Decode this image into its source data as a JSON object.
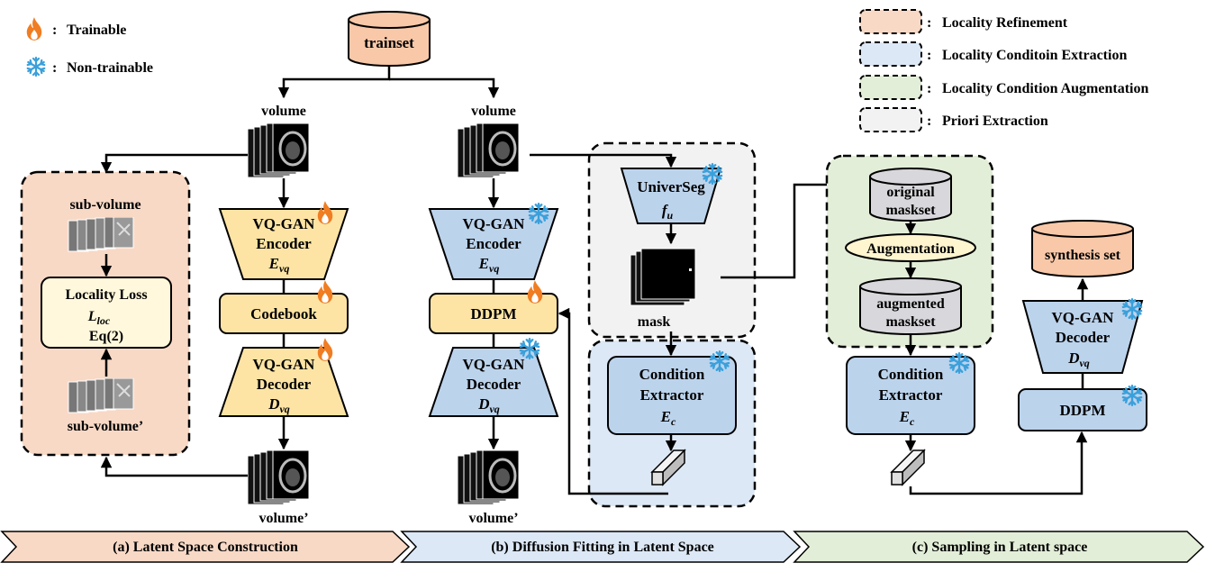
{
  "legend": {
    "trainable": "Trainable",
    "non_trainable": "Non-trainable",
    "sep": ":",
    "locality_refinement": "Locality Refinement",
    "locality_condition_extraction": "Locality Conditoin Extraction",
    "locality_condition_augmentation": "Locality Condition Augmentation",
    "priori_extraction": "Priori Extraction"
  },
  "colors": {
    "orange_bg": "#f8d9c6",
    "blue_bg": "#dce8f6",
    "green_bg": "#e3eed8",
    "gray_bg": "#f2f2f2",
    "yellow_box": "#fde4a4",
    "blue_box": "#bcd3ec",
    "salmon_cyl": "#f8c8a8",
    "gray_cyl": "#d8d8dc",
    "fire": "#f07d22",
    "snow": "#3aa0db"
  },
  "trainset": "trainset",
  "a": {
    "volume_top": "volume",
    "volume_bottom": "volume’",
    "sub_volume": "sub-volume",
    "sub_volume_prime": "sub-volume’",
    "loss_line1": "Locality Loss",
    "loss_symbol": "L",
    "loss_sub": "loc",
    "loss_eq": "Eq(2)",
    "enc_line1": "VQ-GAN",
    "enc_line2": "Encoder",
    "enc_symbol": "E",
    "enc_sub": "vq",
    "codebook": "Codebook",
    "dec_line1": "VQ-GAN",
    "dec_line2": "Decoder",
    "dec_symbol": "D",
    "dec_sub": "vq"
  },
  "b": {
    "volume_top": "volume",
    "volume_bottom": "volume’",
    "enc_line1": "VQ-GAN",
    "enc_line2": "Encoder",
    "enc_symbol": "E",
    "enc_sub": "vq",
    "ddpm": "DDPM",
    "dec_line1": "VQ-GAN",
    "dec_line2": "Decoder",
    "dec_symbol": "D",
    "dec_sub": "vq",
    "universeg": "UniverSeg",
    "universeg_symbol": "f",
    "universeg_sub": "u",
    "mask": "mask",
    "cond_line1": "Condition",
    "cond_line2": "Extractor",
    "cond_symbol": "E",
    "cond_sub": "c"
  },
  "c": {
    "original_line1": "original",
    "original_line2": "maskset",
    "augmentation": "Augmentation",
    "augmented_line1": "augmented",
    "augmented_line2": "maskset",
    "cond_line1": "Condition",
    "cond_line2": "Extractor",
    "cond_symbol": "E",
    "cond_sub": "c",
    "synthesis": "synthesis set",
    "dec_line1": "VQ-GAN",
    "dec_line2": "Decoder",
    "dec_symbol": "D",
    "dec_sub": "vq",
    "ddpm": "DDPM"
  },
  "banners": {
    "a": "(a) Latent Space Construction",
    "b": "(b) Diffusion Fitting in Latent Space",
    "c": "(c) Sampling in Latent space"
  }
}
